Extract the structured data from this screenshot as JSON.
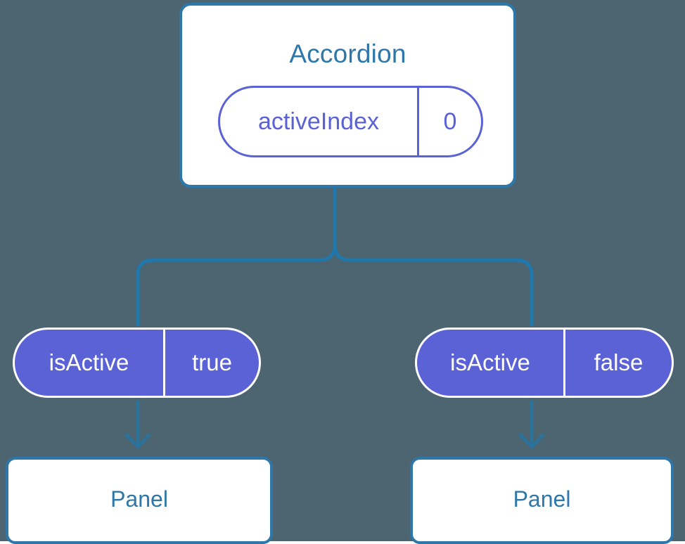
{
  "diagram": {
    "background_color": "#4c6571",
    "accent_blue": "#2e77a8",
    "accent_purple": "#5b62d6",
    "root": {
      "title": "Accordion",
      "state": {
        "key": "activeIndex",
        "value": "0"
      }
    },
    "branches": [
      {
        "prop": {
          "key": "isActive",
          "value": "true"
        },
        "child": {
          "title": "Panel"
        }
      },
      {
        "prop": {
          "key": "isActive",
          "value": "false"
        },
        "child": {
          "title": "Panel"
        }
      }
    ],
    "icons": {
      "arrow_down": "arrow-down-icon"
    }
  }
}
